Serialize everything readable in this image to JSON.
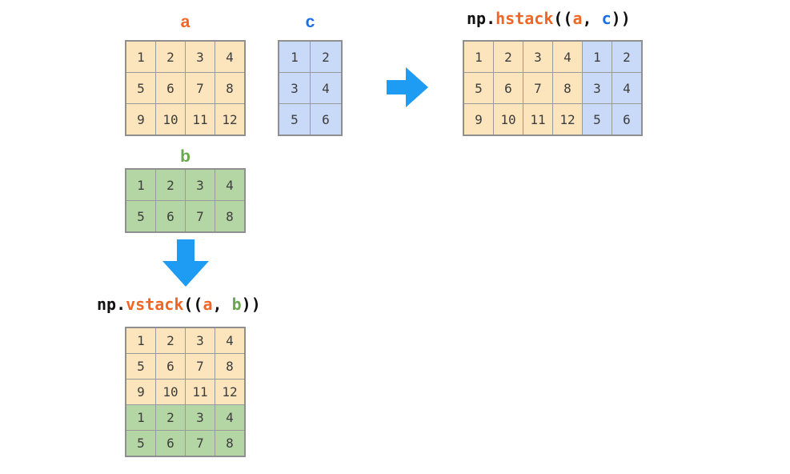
{
  "palette": {
    "orange": "#F26522",
    "blue": "#1A6FE8",
    "green": "#6AA84F",
    "code": "#111111",
    "cell_a_bg": "#FCE5BD",
    "cell_b_bg": "#B4D6A4",
    "cell_c_bg": "#C9DAF8",
    "arrow": "#1E9BF2",
    "border": "#9a9a9a"
  },
  "matrices": {
    "a": {
      "label": "a",
      "values": [
        [
          1,
          2,
          3,
          4
        ],
        [
          5,
          6,
          7,
          8
        ],
        [
          9,
          10,
          11,
          12
        ]
      ],
      "color_spec": {
        "type": "uniform",
        "key": "a"
      }
    },
    "c": {
      "label": "c",
      "values": [
        [
          1,
          2
        ],
        [
          3,
          4
        ],
        [
          5,
          6
        ]
      ],
      "color_spec": {
        "type": "uniform",
        "key": "c"
      }
    },
    "b": {
      "label": "b",
      "values": [
        [
          1,
          2,
          3,
          4
        ],
        [
          5,
          6,
          7,
          8
        ]
      ],
      "color_spec": {
        "type": "uniform",
        "key": "b"
      }
    },
    "hstack_result": {
      "values": [
        [
          1,
          2,
          3,
          4,
          1,
          2
        ],
        [
          5,
          6,
          7,
          8,
          3,
          4
        ],
        [
          9,
          10,
          11,
          12,
          5,
          6
        ]
      ],
      "color_spec": {
        "type": "by_col",
        "keys": [
          "a",
          "a",
          "a",
          "a",
          "c",
          "c"
        ]
      }
    },
    "vstack_result": {
      "values": [
        [
          1,
          2,
          3,
          4
        ],
        [
          5,
          6,
          7,
          8
        ],
        [
          9,
          10,
          11,
          12
        ],
        [
          1,
          2,
          3,
          4
        ],
        [
          5,
          6,
          7,
          8
        ]
      ],
      "color_spec": {
        "type": "by_row",
        "keys": [
          "a",
          "a",
          "a",
          "b",
          "b"
        ]
      }
    }
  },
  "titles": {
    "hstack": {
      "segments": [
        {
          "text": "np.",
          "color": "code"
        },
        {
          "text": "hstack",
          "color": "orange"
        },
        {
          "text": "((",
          "color": "code"
        },
        {
          "text": "a",
          "color": "orange"
        },
        {
          "text": ", ",
          "color": "code"
        },
        {
          "text": "c",
          "color": "blue"
        },
        {
          "text": "))",
          "color": "code"
        }
      ]
    },
    "vstack": {
      "segments": [
        {
          "text": "np.",
          "color": "code"
        },
        {
          "text": "vstack",
          "color": "orange"
        },
        {
          "text": "((",
          "color": "code"
        },
        {
          "text": "a",
          "color": "orange"
        },
        {
          "text": ", ",
          "color": "code"
        },
        {
          "text": "b",
          "color": "green"
        },
        {
          "text": "))",
          "color": "code"
        }
      ]
    }
  },
  "icons": {
    "right_arrow": "arrow-right-icon",
    "down_arrow": "arrow-down-icon"
  }
}
